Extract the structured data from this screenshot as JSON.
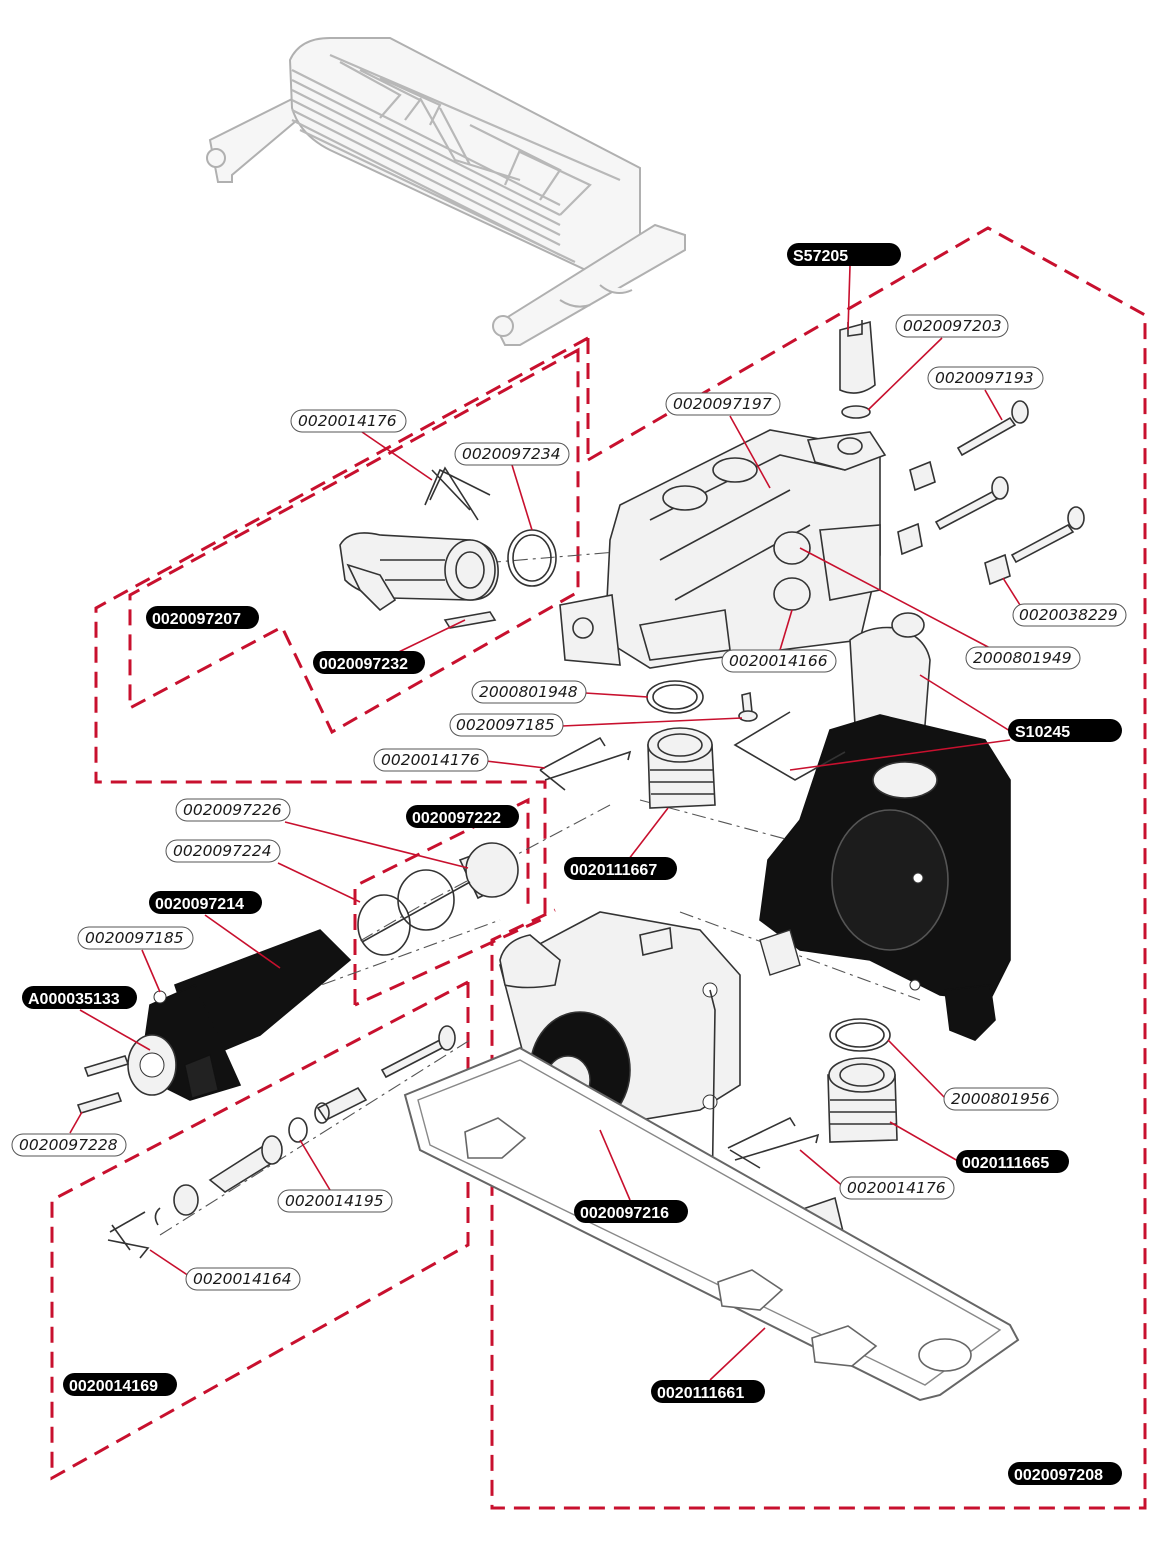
{
  "labels": [
    {
      "id": "S57205",
      "text": "S57205",
      "style": "dark"
    },
    {
      "id": "0020097203",
      "text": "0020097203",
      "style": "light"
    },
    {
      "id": "0020097193",
      "text": "0020097193",
      "style": "light"
    },
    {
      "id": "0020097197",
      "text": "0020097197",
      "style": "light"
    },
    {
      "id": "0020014176-a",
      "text": "0020014176",
      "style": "light"
    },
    {
      "id": "0020097234",
      "text": "0020097234",
      "style": "light"
    },
    {
      "id": "0020097207",
      "text": "0020097207",
      "style": "dark"
    },
    {
      "id": "0020097232",
      "text": "0020097232",
      "style": "dark"
    },
    {
      "id": "0020014166",
      "text": "0020014166",
      "style": "light"
    },
    {
      "id": "2000801949",
      "text": "2000801949",
      "style": "light"
    },
    {
      "id": "0020038229",
      "text": "0020038229",
      "style": "light"
    },
    {
      "id": "2000801948",
      "text": "2000801948",
      "style": "light"
    },
    {
      "id": "0020097185-a",
      "text": "0020097185",
      "style": "light"
    },
    {
      "id": "S10245",
      "text": "S10245",
      "style": "dark"
    },
    {
      "id": "0020014176-b",
      "text": "0020014176",
      "style": "light"
    },
    {
      "id": "0020097226",
      "text": "0020097226",
      "style": "light"
    },
    {
      "id": "0020097222",
      "text": "0020097222",
      "style": "dark"
    },
    {
      "id": "0020097224",
      "text": "0020097224",
      "style": "light"
    },
    {
      "id": "0020111667",
      "text": "0020111667",
      "style": "dark"
    },
    {
      "id": "0020097214",
      "text": "0020097214",
      "style": "dark"
    },
    {
      "id": "0020097185-b",
      "text": "0020097185",
      "style": "light"
    },
    {
      "id": "A000035133",
      "text": "A000035133",
      "style": "dark"
    },
    {
      "id": "0020097228",
      "text": "0020097228",
      "style": "light"
    },
    {
      "id": "2000801956",
      "text": "2000801956",
      "style": "light"
    },
    {
      "id": "0020111665",
      "text": "0020111665",
      "style": "dark"
    },
    {
      "id": "0020014176-c",
      "text": "0020014176",
      "style": "light"
    },
    {
      "id": "0020014195",
      "text": "0020014195",
      "style": "light"
    },
    {
      "id": "0020097216",
      "text": "0020097216",
      "style": "dark"
    },
    {
      "id": "0020014164",
      "text": "0020014164",
      "style": "light"
    },
    {
      "id": "0020014169",
      "text": "0020014169",
      "style": "dark"
    },
    {
      "id": "0020111661",
      "text": "0020111661",
      "style": "dark"
    },
    {
      "id": "0020097208",
      "text": "0020097208",
      "style": "dark"
    }
  ],
  "colors": {
    "accent_dashed_group": "#c8102e",
    "leader_line": "#c8102e",
    "dark_label_bg": "#000000",
    "dark_label_text": "#ffffff",
    "light_label_bg": "#ffffff",
    "light_label_border": "#555555"
  },
  "parts": [
    "heat-exchanger",
    "sensor-plug",
    "hydraulic-block",
    "connector-cartridge",
    "pump-head",
    "pump-motor",
    "diverter-actuator",
    "tray",
    "fittings",
    "clips",
    "o-rings",
    "screws"
  ]
}
